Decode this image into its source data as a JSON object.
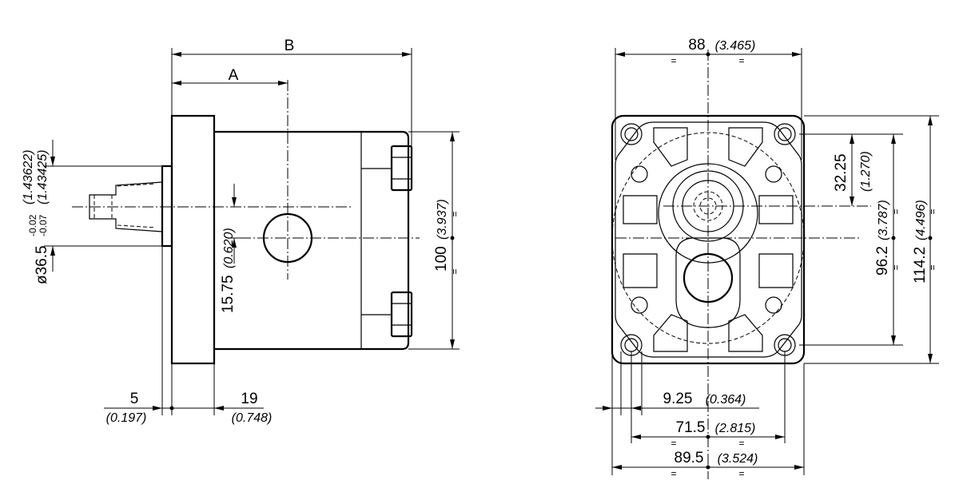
{
  "side_view": {
    "dim_a": "A",
    "dim_b": "B",
    "shaft_dia": {
      "prefix": "ø",
      "value": "36.5",
      "tol_upper": "-0.02",
      "tol_lower": "-0.07",
      "inch_upper": "(1.43622)",
      "inch_lower": "(1.43425)"
    },
    "port_offset": {
      "mm": "15.75",
      "inch": "(0.620)"
    },
    "body_height": {
      "mm": "100",
      "inch": "(3.937)"
    },
    "flange_step": {
      "mm": "5",
      "inch": "(0.197)"
    },
    "flange_thickness": {
      "mm": "19",
      "inch": "(0.748)"
    }
  },
  "front_view": {
    "total_width": {
      "mm": "88",
      "inch": "(3.465)"
    },
    "upper_offset": {
      "mm": "32.25",
      "inch": "(1.270)"
    },
    "bolt_spacing_v": {
      "mm": "96.2",
      "inch": "(3.787)"
    },
    "total_height": {
      "mm": "114.2",
      "inch": "(4.496)"
    },
    "edge_to_bolt": {
      "mm": "9.25",
      "inch": "(0.364)"
    },
    "bolt_spacing_h": {
      "mm": "71.5",
      "inch": "(2.815)"
    },
    "flange_width": {
      "mm": "89.5",
      "inch": "(3.524)"
    },
    "symmetry_mark": "="
  }
}
